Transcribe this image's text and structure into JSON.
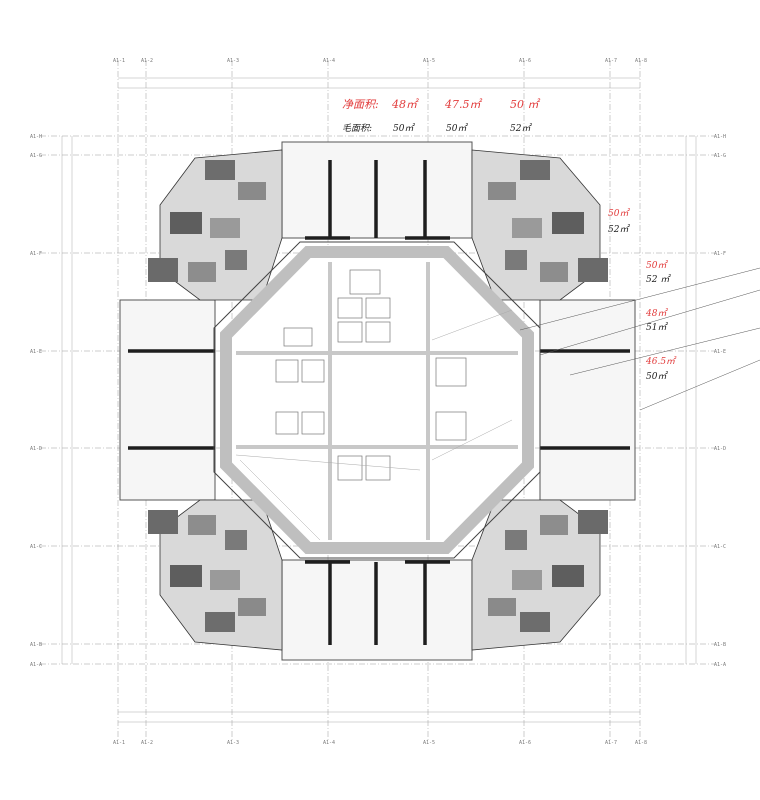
{
  "grid": {
    "top": [
      "A1-1",
      "A1-2",
      "A1-3",
      "A1-4",
      "A1-5",
      "A1-6",
      "A1-7",
      "A1-8"
    ],
    "bottom": [
      "A1-1",
      "A1-2",
      "A1-3",
      "A1-4",
      "A1-5",
      "A1-6",
      "A1-7",
      "A1-8"
    ],
    "left": [
      "A1-H",
      "A1-G",
      "A1-F",
      "A1-E",
      "A1-D",
      "A1-C",
      "A1-B",
      "A1-A"
    ],
    "right": [
      "A1-H",
      "A1-G",
      "A1-F",
      "A1-E",
      "A1-D",
      "A1-C",
      "A1-B",
      "A1-A"
    ]
  },
  "annotations": {
    "net_area_label": "净面积:",
    "net_areas": [
      "48㎡",
      "47.5㎡",
      "50 ㎡"
    ],
    "gross_area_label": "毛面积:",
    "gross_areas": [
      "50㎡",
      "50㎡",
      "52㎡"
    ],
    "side": [
      {
        "net": "50㎡",
        "gross": "52㎡"
      },
      {
        "net": "50㎡",
        "gross": "52 ㎡"
      },
      {
        "net": "48㎡",
        "gross": "51㎡"
      },
      {
        "net": "46.5㎡",
        "gross": "50㎡"
      }
    ]
  },
  "colors": {
    "annotation_red": "#e23c3c",
    "wall": "#1e1e1e",
    "core": "#bfbfbf"
  }
}
